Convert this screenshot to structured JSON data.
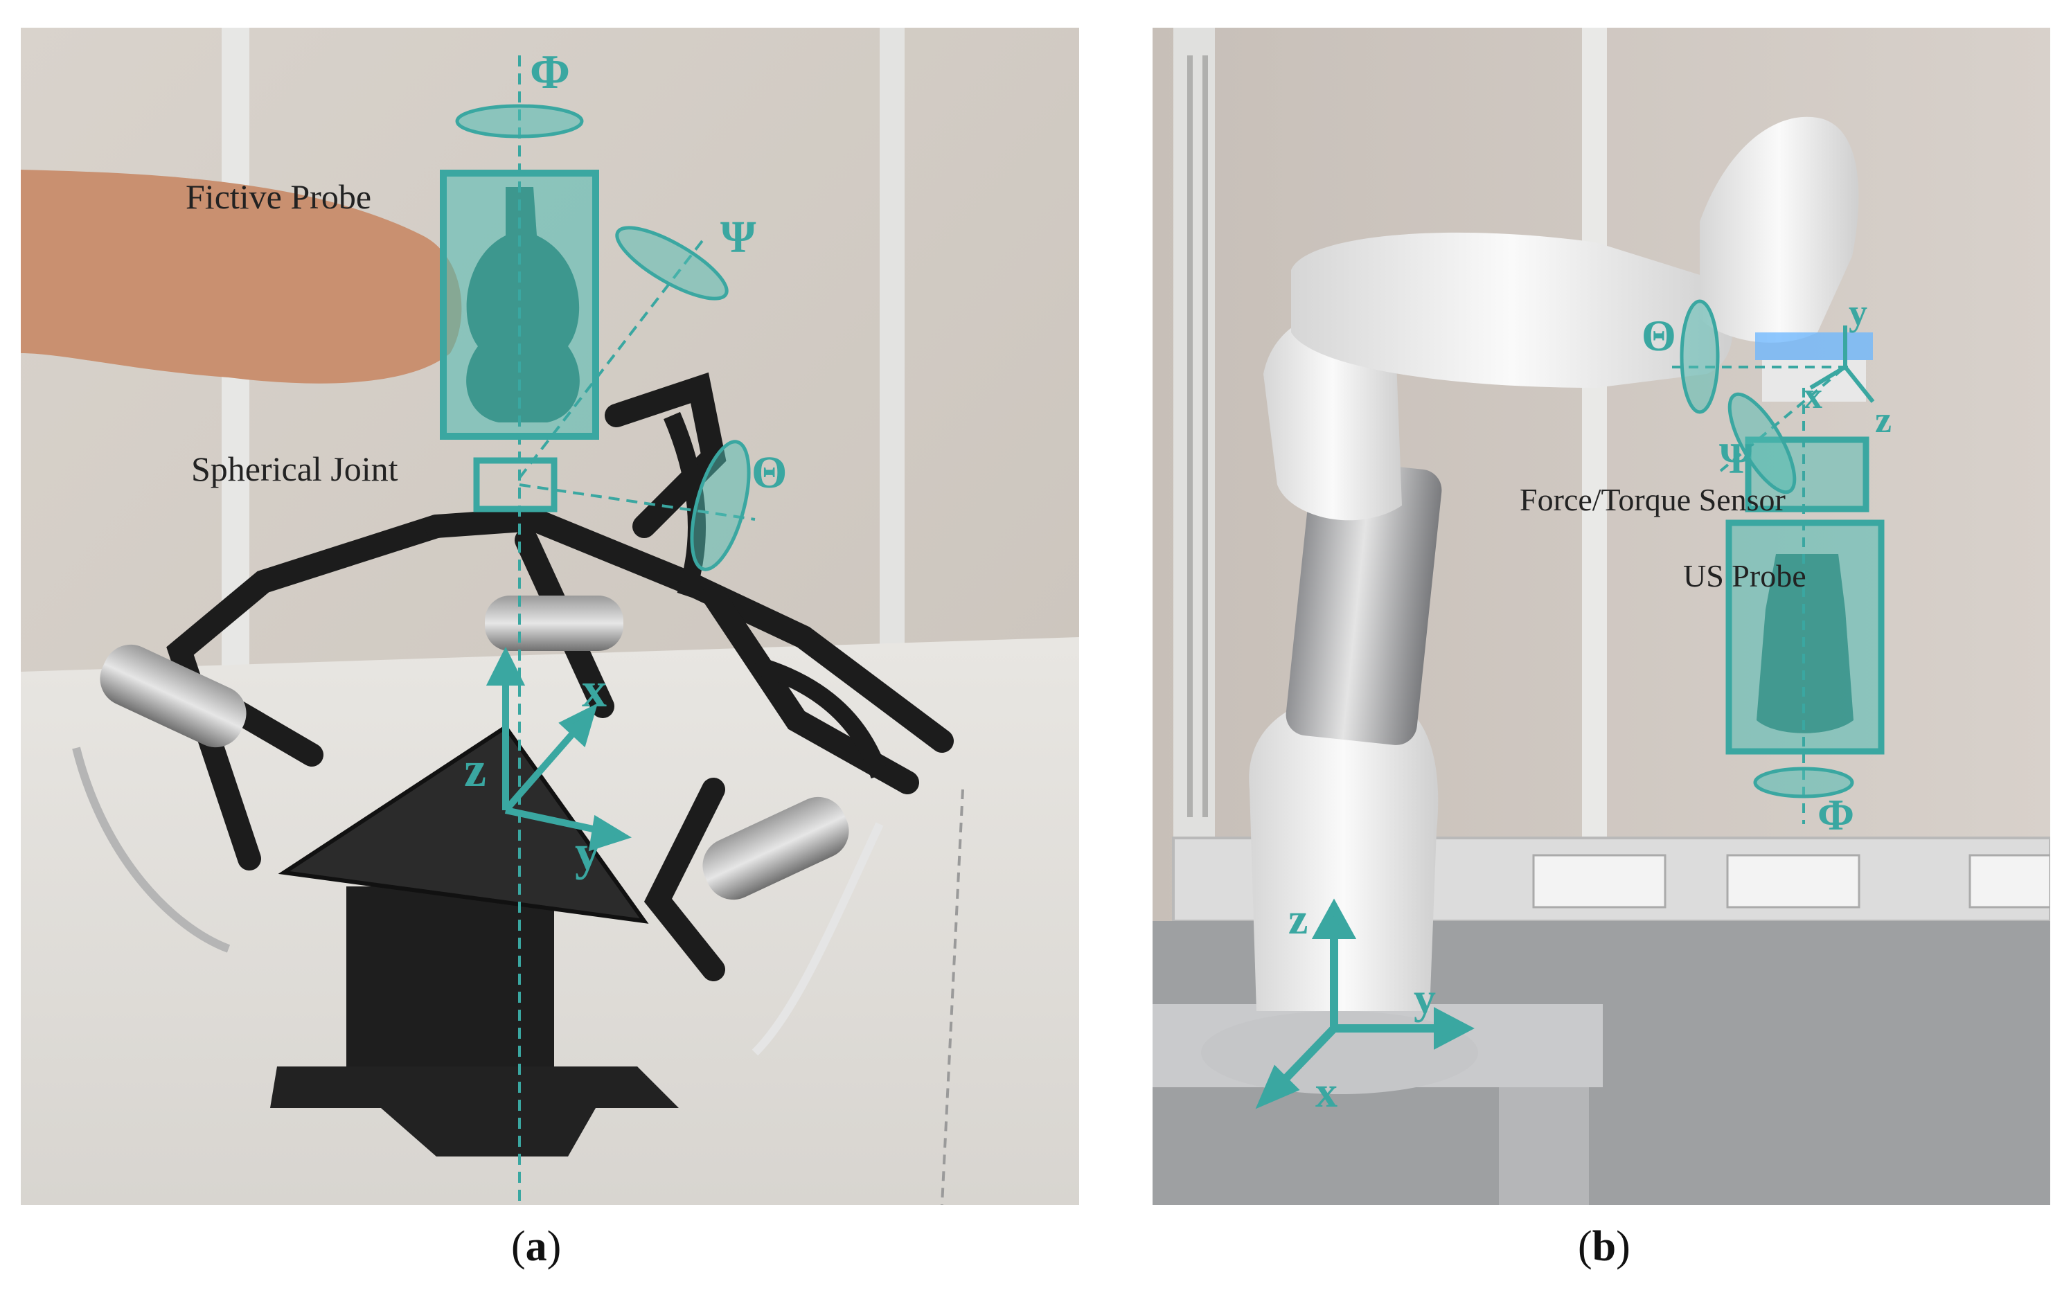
{
  "panel_a": {
    "caption_letter": "a",
    "labels": {
      "fictive_probe": "Fictive Probe",
      "spherical_joint": "Spherical Joint"
    },
    "symbols": {
      "phi": "Φ",
      "psi": "Ψ",
      "theta": "Θ"
    },
    "axes": {
      "x": "x",
      "y": "y",
      "z": "z"
    }
  },
  "panel_b": {
    "caption_letter": "b",
    "labels": {
      "force_torque_sensor": "Force/Torque Sensor",
      "us_probe": "US Probe"
    },
    "symbols": {
      "phi": "Φ",
      "psi": "Ψ",
      "theta": "Θ"
    },
    "tool_axes": {
      "x": "x",
      "y": "y",
      "z": "z"
    },
    "axes": {
      "x": "x",
      "y": "y",
      "z": "z"
    }
  },
  "colors": {
    "accent": "#3aa7a1",
    "accent_fill": "#4fbcb2"
  }
}
